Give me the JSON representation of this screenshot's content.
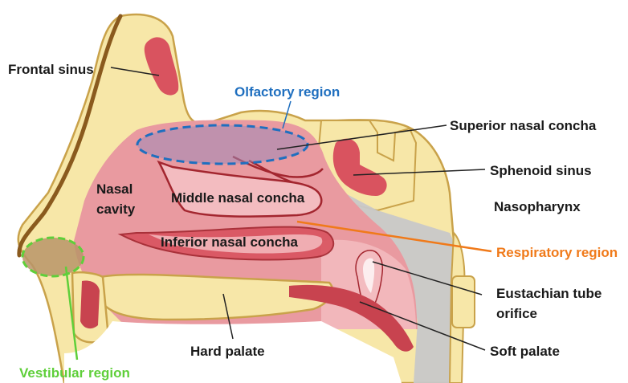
{
  "colors": {
    "bone": "#f7e7a8",
    "bone_outline": "#c9a24a",
    "cavity": "#e99aa0",
    "cavity_light": "#f3bcc0",
    "sinus": "#d9535f",
    "muscle": "#c8434f",
    "mucosa_line": "#a3262f",
    "gray_pharynx": "#c8c8c8",
    "olfactory": "#1f6fbf",
    "respiratory": "#f07a1a",
    "vestibular": "#5fcf3a",
    "label": "#1a1a1a",
    "leader": "#222222"
  },
  "labels": {
    "frontal_sinus": "Frontal sinus",
    "olfactory_region": "Olfactory region",
    "superior_concha": "Superior nasal concha",
    "sphenoid_sinus": "Sphenoid sinus",
    "nasal_cavity_1": "Nasal",
    "nasal_cavity_2": "cavity",
    "middle_concha": "Middle nasal concha",
    "nasopharynx": "Nasopharynx",
    "inferior_concha": "Inferior nasal concha",
    "respiratory_region": "Respiratory region",
    "eustachian_1": "Eustachian tube",
    "eustachian_2": "orifice",
    "hard_palate": "Hard palate",
    "soft_palate": "Soft palate",
    "vestibular_region": "Vestibular region"
  }
}
